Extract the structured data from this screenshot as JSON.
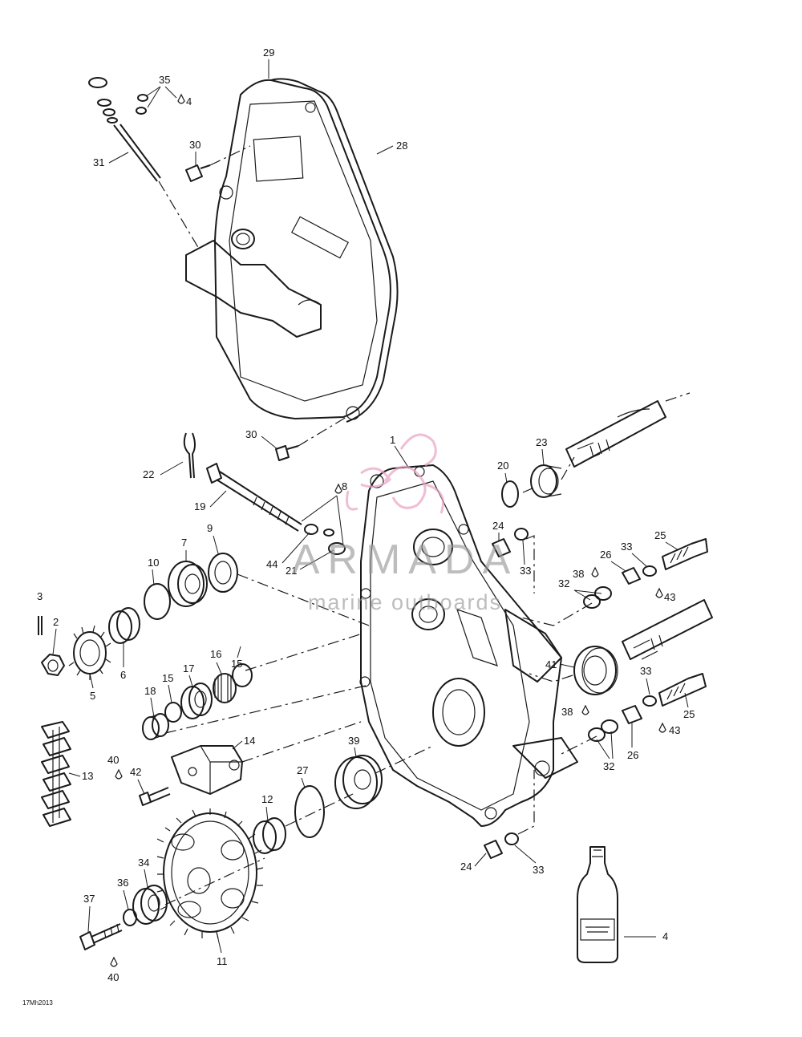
{
  "diagram": {
    "figure_code": "17Mh2013",
    "watermark": {
      "brand": "ARMADA",
      "tagline": "marine outboards",
      "color": "#e9a3c4"
    },
    "callouts": [
      "1",
      "2",
      "3",
      "4",
      "5",
      "6",
      "7",
      "8",
      "9",
      "10",
      "11",
      "12",
      "13",
      "14",
      "15",
      "16",
      "17",
      "18",
      "19",
      "20",
      "21",
      "22",
      "23",
      "24",
      "25",
      "26",
      "27",
      "28",
      "29",
      "30",
      "31",
      "32",
      "33",
      "34",
      "35",
      "36",
      "37",
      "38",
      "39",
      "40",
      "41",
      "42",
      "43",
      "44"
    ]
  }
}
